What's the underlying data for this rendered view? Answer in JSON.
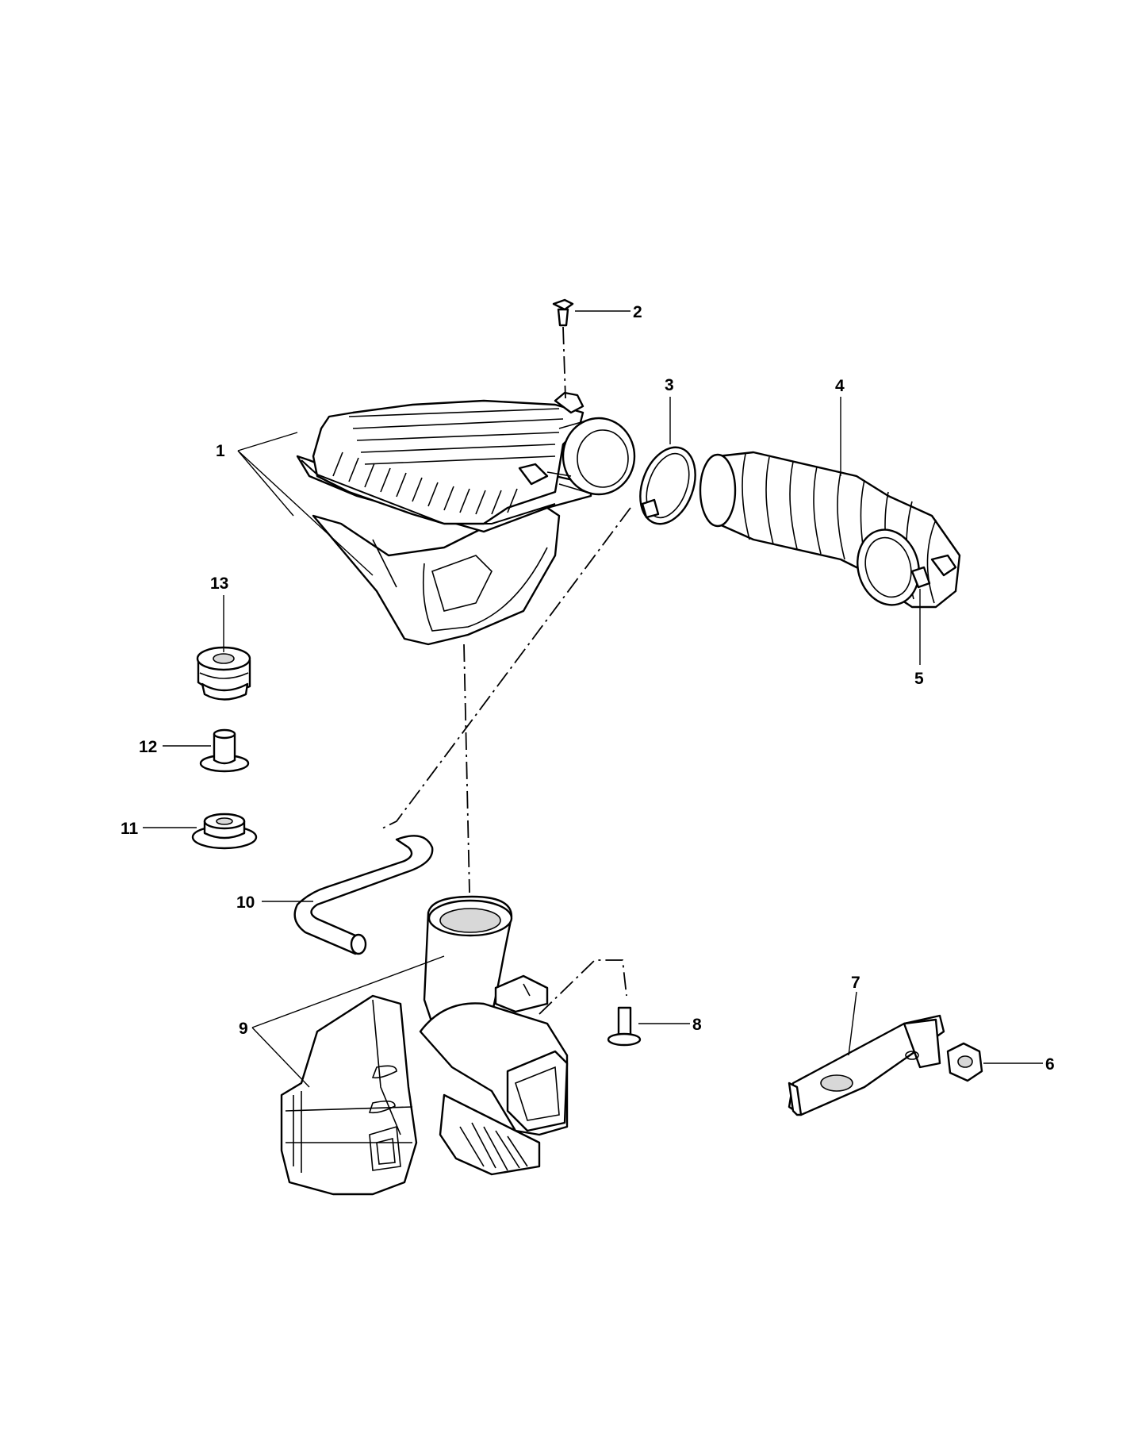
{
  "callouts": [
    {
      "id": "1",
      "label": "1"
    },
    {
      "id": "2",
      "label": "2"
    },
    {
      "id": "3",
      "label": "3"
    },
    {
      "id": "4",
      "label": "4"
    },
    {
      "id": "5",
      "label": "5"
    },
    {
      "id": "6",
      "label": "6"
    },
    {
      "id": "7",
      "label": "7"
    },
    {
      "id": "8",
      "label": "8"
    },
    {
      "id": "9",
      "label": "9"
    },
    {
      "id": "10",
      "label": "10"
    },
    {
      "id": "11",
      "label": "11"
    },
    {
      "id": "12",
      "label": "12"
    },
    {
      "id": "13",
      "label": "13"
    }
  ],
  "colors": {
    "ink": "#000000",
    "background": "#ffffff",
    "shade": "#d8d8d8"
  }
}
